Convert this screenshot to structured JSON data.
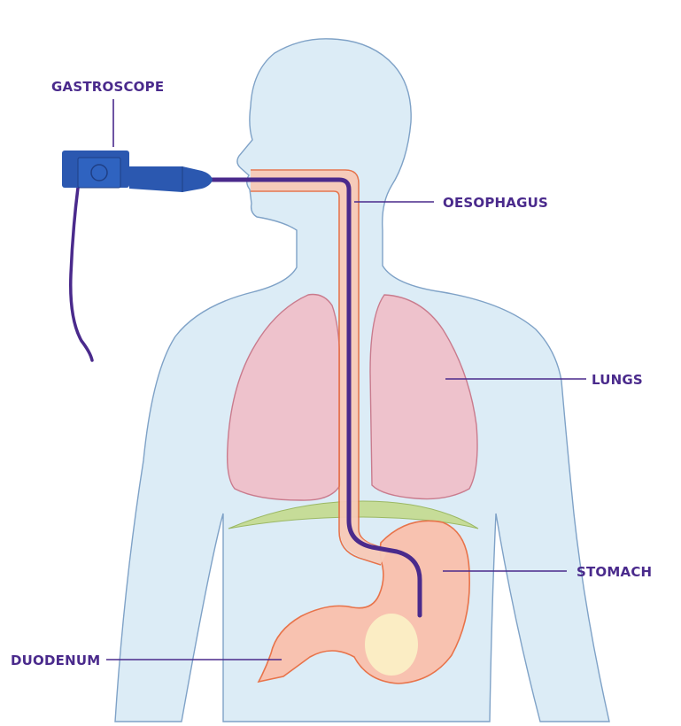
{
  "labels": {
    "gastroscope": "GASTROSCOPE",
    "oesophagus": "OESOPHAGUS",
    "lungs": "LUNGS",
    "stomach": "STOMACH",
    "duodenum": "DUODENUM"
  },
  "colors": {
    "body_fill": "#dcecf6",
    "body_outline": "#7fa2c7",
    "lung_fill": "#eec2cc",
    "lung_outline": "#c97b8d",
    "oesophagus_fill": "#f7c9b6",
    "oesophagus_outline": "#e8734a",
    "stomach_fill": "#f8c2b0",
    "stomach_outline": "#e8734a",
    "diaphragm": "#c6dc98",
    "scope_blue": "#2b58b0",
    "scope_cable": "#4a2a8c",
    "label_text": "#4a2a8c",
    "leader_line": "#4a2a8c"
  }
}
